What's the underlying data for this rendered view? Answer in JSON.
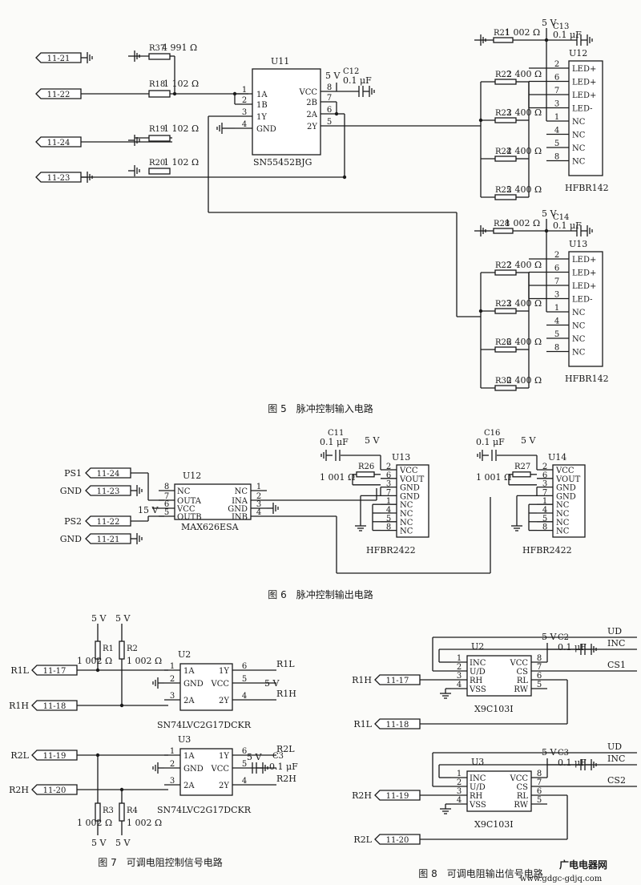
{
  "fig5": {
    "caption": "图 5　脉冲控制输入电路",
    "ports": [
      "11-21",
      "11-22",
      "11-24",
      "11-23"
    ],
    "res": {
      "r37": "R37",
      "v37": "4 991 Ω",
      "r18": "R18",
      "v18": "1 102 Ω",
      "r19": "R19",
      "v19": "1 102 Ω",
      "r20": "R20",
      "v20": "1 102 Ω"
    },
    "u11": {
      "ref": "U11",
      "name": "SN55452BJG",
      "vcc": "VCC",
      "five_v": "5 V",
      "cap": "C12",
      "cap_val": "0.1 μF",
      "left": [
        {
          "n": "1",
          "l": "1A"
        },
        {
          "n": "2",
          "l": "1B"
        },
        {
          "n": "3",
          "l": "1Y"
        },
        {
          "n": "4",
          "l": "GND"
        }
      ],
      "right": [
        {
          "n": "8",
          "l": "VCC"
        },
        {
          "n": "7",
          "l": "2B"
        },
        {
          "n": "6",
          "l": "2A"
        },
        {
          "n": "5",
          "l": "2Y"
        }
      ]
    },
    "u12": {
      "ref": "U12",
      "name": "HFBR142",
      "five_v": "5 V",
      "cap": "C13",
      "cap_val": "0.1 μF",
      "r_top": "R21",
      "r_top_val": "1 002 Ω",
      "rs": [
        {
          "r": "R22",
          "v": "2 400 Ω"
        },
        {
          "r": "R23",
          "v": "2 400 Ω"
        },
        {
          "r": "R24",
          "v": "2 400 Ω"
        },
        {
          "r": "R25",
          "v": "2 400 Ω"
        }
      ]
    },
    "u13": {
      "ref": "U13",
      "name": "HFBR142",
      "five_v": "5 V",
      "cap": "C14",
      "cap_val": "0.1 μF",
      "r_top": "R28",
      "r_top_val": "1 002 Ω",
      "rs": [
        {
          "r": "R22",
          "v": "2 400 Ω"
        },
        {
          "r": "R23",
          "v": "2 400 Ω"
        },
        {
          "r": "R26",
          "v": "2 400 Ω"
        },
        {
          "r": "R30",
          "v": "2 400 Ω"
        }
      ]
    },
    "hfbr_pins": [
      {
        "n": "2",
        "l": "LED+"
      },
      {
        "n": "6",
        "l": "LED+"
      },
      {
        "n": "7",
        "l": "LED+"
      },
      {
        "n": "3",
        "l": "LED-"
      },
      {
        "n": "1",
        "l": "NC"
      },
      {
        "n": "4",
        "l": "NC"
      },
      {
        "n": "5",
        "l": "NC"
      },
      {
        "n": "8",
        "l": "NC"
      }
    ]
  },
  "fig6": {
    "caption": "图 6　脉冲控制输出电路",
    "inputs": [
      {
        "name": "PS1",
        "port": "11-24"
      },
      {
        "name": "GND",
        "port": "11-23"
      },
      {
        "name": "PS2",
        "port": "11-22"
      },
      {
        "name": "GND",
        "port": "11-21"
      }
    ],
    "u12": {
      "ref": "U12",
      "name": "MAX626ESA",
      "v15": "15 V",
      "left": [
        {
          "n": "8",
          "l": "NC"
        },
        {
          "n": "7",
          "l": "OUTA"
        },
        {
          "n": "6",
          "l": "VCC"
        },
        {
          "n": "5",
          "l": "OUTB"
        }
      ],
      "right": [
        {
          "n": "1",
          "l": "NC"
        },
        {
          "n": "2",
          "l": "INA"
        },
        {
          "n": "3",
          "l": "GND"
        },
        {
          "n": "4",
          "l": "INB"
        }
      ]
    },
    "u13": {
      "ref": "U13",
      "name": "HFBR2422",
      "cap": "C11",
      "cap_val": "0.1 μF",
      "five_v": "5 V",
      "r": "R26",
      "r_val": "1 001 Ω"
    },
    "u14": {
      "ref": "U14",
      "name": "HFBR2422",
      "cap": "C16",
      "cap_val": "0.1 μF",
      "five_v": "5 V",
      "r": "R27",
      "r_val": "1 001 Ω"
    },
    "hfbr_pins": [
      {
        "n": "2",
        "l": "VCC"
      },
      {
        "n": "6",
        "l": "VOUT"
      },
      {
        "n": "3",
        "l": "GND"
      },
      {
        "n": "7",
        "l": "GND"
      },
      {
        "n": "1",
        "l": "NC"
      },
      {
        "n": "4",
        "l": "NC"
      },
      {
        "n": "5",
        "l": "NC"
      },
      {
        "n": "8",
        "l": "NC"
      }
    ]
  },
  "fig7": {
    "caption": "图 7　可调电阻控制信号电路",
    "five_v": "5 V",
    "r1": "R1",
    "r2": "R2",
    "r3": "R3",
    "r4": "R4",
    "rval": "1 002 Ω",
    "ports": [
      {
        "name": "R1L",
        "port": "11-17"
      },
      {
        "name": "R1H",
        "port": "11-18"
      },
      {
        "name": "R2L",
        "port": "11-19"
      },
      {
        "name": "R2H",
        "port": "11-20"
      }
    ],
    "u2": {
      "ref": "U2",
      "name": "SN74LVC2G17DCKR",
      "out1": "R1L",
      "out2": "R1H",
      "vcc_v": "5 V"
    },
    "u3": {
      "ref": "U3",
      "name": "SN74LVC2G17DCKR",
      "out1": "R2L",
      "out2": "R2H",
      "vcc_v": "5 V",
      "cap": "C3",
      "cap_val": "0.1 μF"
    },
    "left": [
      {
        "n": "1",
        "l": "1A"
      },
      {
        "n": "2",
        "l": "GND"
      },
      {
        "n": "3",
        "l": "2A"
      }
    ],
    "right": [
      {
        "n": "6",
        "l": "1Y"
      },
      {
        "n": "5",
        "l": "VCC"
      },
      {
        "n": "4",
        "l": "2Y"
      }
    ]
  },
  "fig8": {
    "caption": "图 8　可调电阻输出信号电路",
    "sig_ud": "UD",
    "sig_inc": "INC",
    "u2": {
      "ref": "U2",
      "name": "X9C103I",
      "cs": "CS1",
      "cap": "C2",
      "cap_val": "0.1 μF",
      "five_v": "5 V",
      "in_h": {
        "name": "R1H",
        "port": "11-17"
      },
      "in_l": {
        "name": "R1L",
        "port": "11-18"
      }
    },
    "u3": {
      "ref": "U3",
      "name": "X9C103I",
      "cs": "CS2",
      "cap": "C3",
      "cap_val": "0.1 μF",
      "five_v": "5 V",
      "in_h": {
        "name": "R2H",
        "port": "11-19"
      },
      "in_l": {
        "name": "R2L",
        "port": "11-20"
      }
    },
    "left": [
      {
        "n": "1",
        "l": "INC"
      },
      {
        "n": "2",
        "l": "U/D"
      },
      {
        "n": "3",
        "l": "RH"
      },
      {
        "n": "4",
        "l": "VSS"
      }
    ],
    "right": [
      {
        "n": "8",
        "l": "VCC"
      },
      {
        "n": "7",
        "l": "CS"
      },
      {
        "n": "6",
        "l": "RL"
      },
      {
        "n": "5",
        "l": "RW"
      }
    ]
  },
  "watermark": {
    "text": "广电电器网",
    "url": "www.gdgc-gdjq.com"
  }
}
